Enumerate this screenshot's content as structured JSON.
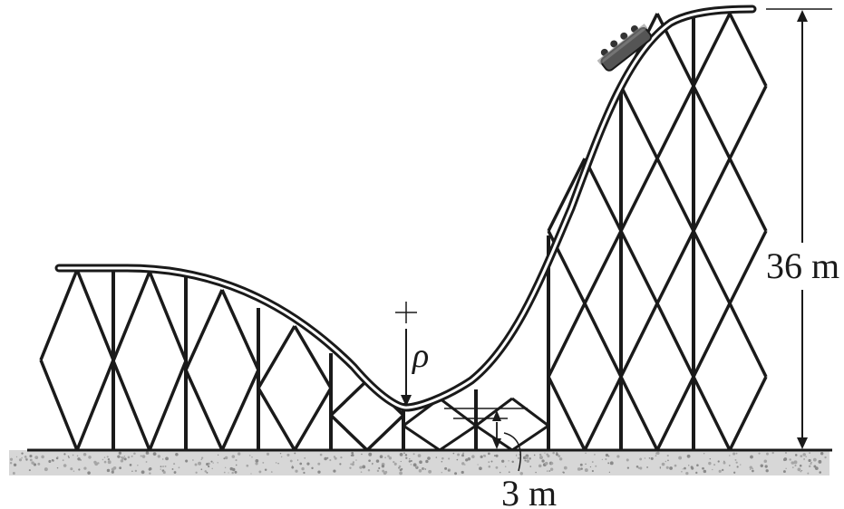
{
  "figure": {
    "subject": "roller-coaster-track",
    "labels": {
      "height": "36 m",
      "dip": "3 m",
      "radius_symbol": "ρ"
    }
  },
  "colors": {
    "ink": "#1a1a1a",
    "ground": "#c9c9c9",
    "gravel": "#8a8a8a"
  }
}
